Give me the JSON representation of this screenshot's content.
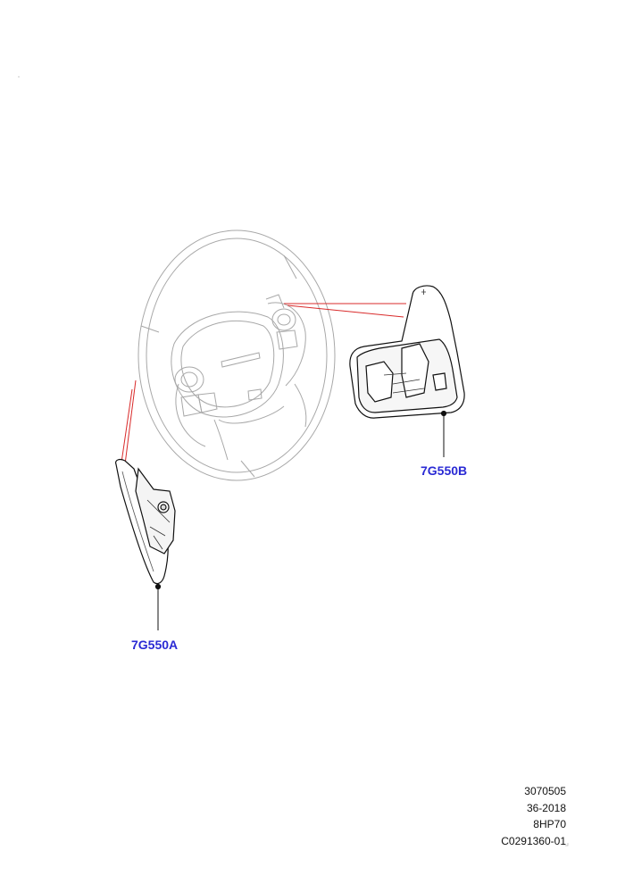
{
  "diagram": {
    "parts": [
      {
        "id": "7G550A",
        "label": "7G550A"
      },
      {
        "id": "7G550B",
        "label": "7G550B"
      }
    ],
    "reference": {
      "line1": "3070505",
      "line2": "36-2018",
      "line3": "8HP70",
      "line4": "C0291360-01"
    },
    "colors": {
      "callout_line": "#d92b2b",
      "label": "#2a2ad4",
      "wheel_outline": "#9a9a9a",
      "part_outline": "#111111"
    }
  }
}
